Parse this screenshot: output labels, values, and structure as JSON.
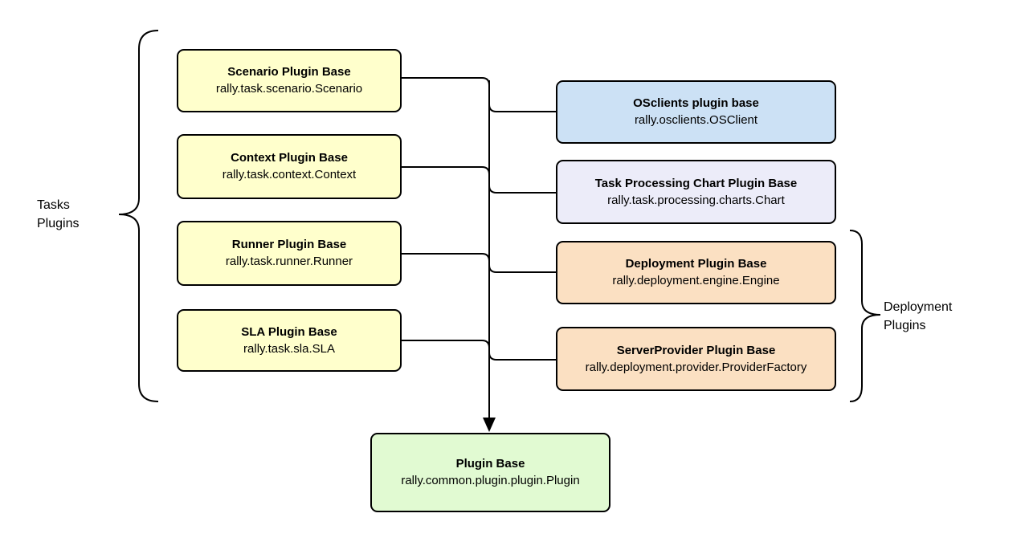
{
  "colors": {
    "stroke": "#000000",
    "yellow": "#FFFFCC",
    "blue": "#CCE1F5",
    "lavender": "#ECECF9",
    "peach": "#FBE0C2",
    "green": "#E1FAD2"
  },
  "labels": {
    "tasks": {
      "line1": "Tasks",
      "line2": "Plugins"
    },
    "deployment": {
      "line1": "Deployment",
      "line2": "Plugins"
    }
  },
  "boxes": {
    "scenario": {
      "title": "Scenario Plugin Base",
      "subtitle": "rally.task.scenario.Scenario"
    },
    "context": {
      "title": "Context Plugin Base",
      "subtitle": "rally.task.context.Context"
    },
    "runner": {
      "title": "Runner Plugin Base",
      "subtitle": "rally.task.runner.Runner"
    },
    "sla": {
      "title": "SLA Plugin Base",
      "subtitle": "rally.task.sla.SLA"
    },
    "osclients": {
      "title": "OSclients plugin base",
      "subtitle": "rally.osclients.OSClient"
    },
    "chart": {
      "title": "Task Processing Chart Plugin Base",
      "subtitle": "rally.task.processing.charts.Chart"
    },
    "deployment": {
      "title": "Deployment Plugin Base",
      "subtitle": "rally.deployment.engine.Engine"
    },
    "serverprovider": {
      "title": "ServerProvider Plugin Base",
      "subtitle": "rally.deployment.provider.ProviderFactory"
    },
    "plugin_base": {
      "title": "Plugin Base",
      "subtitle": "rally.common.plugin.plugin.Plugin"
    }
  }
}
